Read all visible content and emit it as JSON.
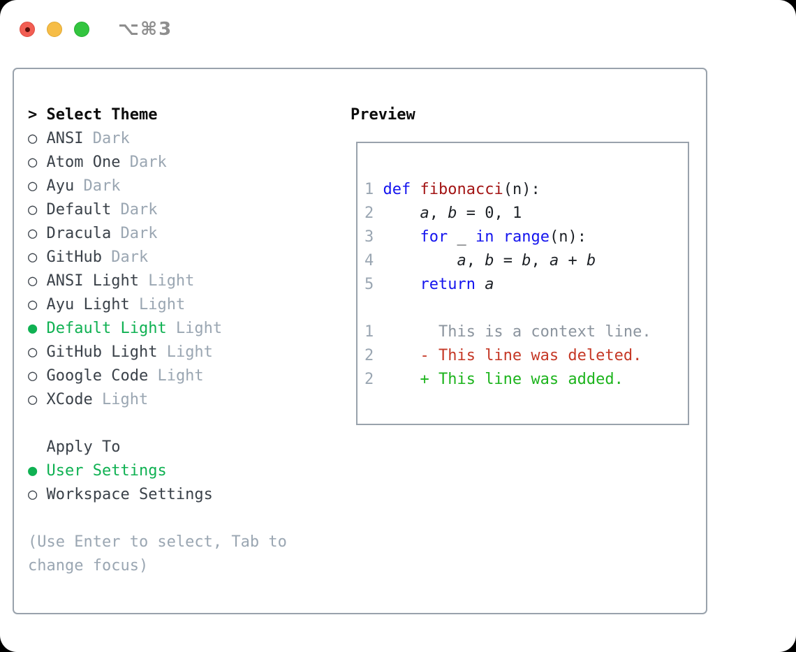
{
  "window": {
    "title": "⌥⌘3"
  },
  "icons": {
    "radio_on": "●",
    "radio_off": "○",
    "focus_caret": ">"
  },
  "colors": {
    "selection_green": "#0fb152",
    "added_green": "#1db41d",
    "deleted_red": "#c53826",
    "keyword_blue": "#1414ee",
    "function_red": "#a31515",
    "text_dark": "#3a4149",
    "muted_gray": "#9aa6b2",
    "context_gray": "#8b949e",
    "border_gray": "#99a2ac"
  },
  "theme_panel": {
    "header_prefix": ">",
    "header": "Select Theme",
    "items": [
      {
        "name": "ANSI",
        "variant": "Dark",
        "selected": false
      },
      {
        "name": "Atom One",
        "variant": "Dark",
        "selected": false
      },
      {
        "name": "Ayu",
        "variant": "Dark",
        "selected": false
      },
      {
        "name": "Default",
        "variant": "Dark",
        "selected": false
      },
      {
        "name": "Dracula",
        "variant": "Dark",
        "selected": false
      },
      {
        "name": "GitHub",
        "variant": "Dark",
        "selected": false
      },
      {
        "name": "ANSI Light",
        "variant": "Light",
        "selected": false
      },
      {
        "name": "Ayu Light",
        "variant": "Light",
        "selected": false
      },
      {
        "name": "Default Light",
        "variant": "Light",
        "selected": true
      },
      {
        "name": "GitHub Light",
        "variant": "Light",
        "selected": false
      },
      {
        "name": "Google Code",
        "variant": "Light",
        "selected": false
      },
      {
        "name": "XCode",
        "variant": "Light",
        "selected": false
      }
    ],
    "apply_to": {
      "header": "Apply To",
      "options": [
        {
          "label": "User Settings",
          "selected": true
        },
        {
          "label": "Workspace Settings",
          "selected": false
        }
      ]
    },
    "hint": "(Use Enter to select, Tab to change focus)"
  },
  "preview": {
    "title": "Preview",
    "lines": [
      {
        "segs": [
          [
            "ln",
            "1"
          ],
          [
            "pl",
            " "
          ],
          [
            "kw",
            "def"
          ],
          [
            "pl",
            " "
          ],
          [
            "fn",
            "fibonacci"
          ],
          [
            "pl",
            "(n):"
          ]
        ]
      },
      {
        "segs": [
          [
            "ln",
            "2"
          ],
          [
            "pl",
            "     "
          ],
          [
            "it",
            "a"
          ],
          [
            "pl",
            ", "
          ],
          [
            "it",
            "b"
          ],
          [
            "pl",
            " = 0, 1"
          ]
        ]
      },
      {
        "segs": [
          [
            "ln",
            "3"
          ],
          [
            "pl",
            "     "
          ],
          [
            "kw",
            "for"
          ],
          [
            "pl",
            " _ "
          ],
          [
            "kw",
            "in"
          ],
          [
            "pl",
            " "
          ],
          [
            "kw",
            "range"
          ],
          [
            "pl",
            "(n):"
          ]
        ]
      },
      {
        "segs": [
          [
            "ln",
            "4"
          ],
          [
            "pl",
            "         "
          ],
          [
            "it",
            "a"
          ],
          [
            "pl",
            ", "
          ],
          [
            "it",
            "b"
          ],
          [
            "pl",
            " = "
          ],
          [
            "it",
            "b"
          ],
          [
            "pl",
            ", "
          ],
          [
            "it",
            "a"
          ],
          [
            "pl",
            " + "
          ],
          [
            "it",
            "b"
          ]
        ]
      },
      {
        "segs": [
          [
            "ln",
            "5"
          ],
          [
            "pl",
            "     "
          ],
          [
            "kw",
            "return"
          ],
          [
            "pl",
            " "
          ],
          [
            "it",
            "a"
          ]
        ]
      },
      {
        "segs": []
      },
      {
        "segs": [
          [
            "ln",
            "1"
          ],
          [
            "ctx",
            "       This is a context line."
          ]
        ]
      },
      {
        "segs": [
          [
            "ln",
            "2"
          ],
          [
            "del",
            "     - This line was deleted."
          ]
        ]
      },
      {
        "segs": [
          [
            "ln",
            "2"
          ],
          [
            "add",
            "     + This line was added."
          ]
        ]
      }
    ]
  }
}
